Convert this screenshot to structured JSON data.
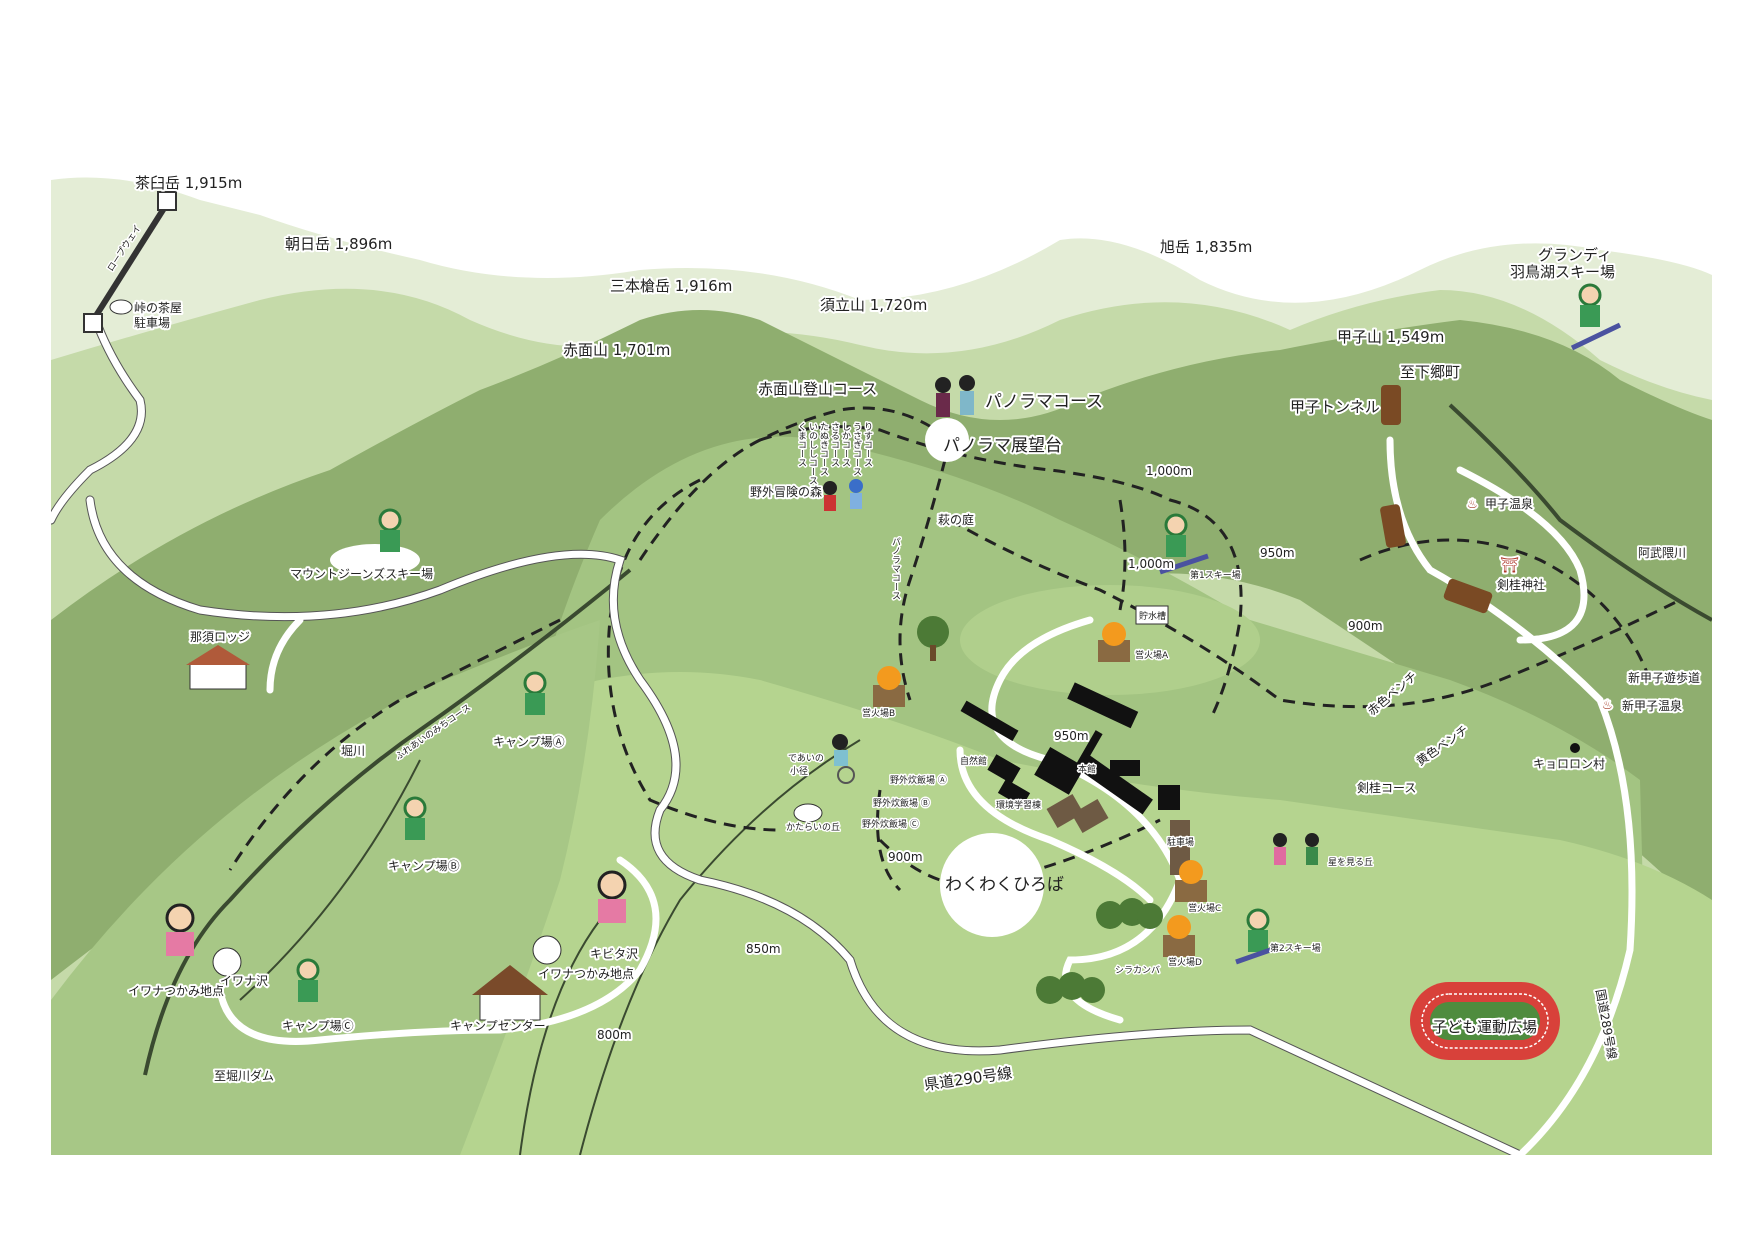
{
  "peaks": {
    "chausu": "茶臼岳 1,915m",
    "asahi_w": "朝日岳 1,896m",
    "sanbonyari": "三本槍岳 1,916m",
    "sudachi": "須立山 1,720m",
    "asahi": "旭岳 1,835m",
    "akazura": "赤面山 1,701m",
    "kashi": "甲子山 1,549m"
  },
  "labels": {
    "ropeway": "ロープウェイ",
    "touge_parking_1": "峠の茶屋",
    "touge_parking_2": "駐車場",
    "grandee_1": "グランディ",
    "grandee_2": "羽鳥湖スキー場",
    "to_shimogo": "至下郷町",
    "kashi_tunnel": "甲子トンネル",
    "akazura_course": "赤面山登山コース",
    "panorama_course": "パノラマコース",
    "panorama_deck": "パノラマ展望台",
    "courses": [
      "りすコース",
      "うさぎコース",
      "しかコース",
      "さるコース",
      "たぬきコース",
      "いのししコース",
      "くまコース"
    ],
    "adventure_forest": "野外冒険の森",
    "hagi_garden": "萩の庭",
    "panorama_course_v": "パノラマコース",
    "alt_1000a": "1,000m",
    "alt_1000b": "1,000m",
    "ski1": "第1スキー場",
    "alt_950a": "950m",
    "kashi_onsen": "甲子温泉",
    "abukuma": "阿武隈川",
    "kenkei_shrine": "剣桂神社",
    "alt_900a": "900m",
    "water_tank": "貯水槽",
    "campfire_a": "営火場A",
    "mount_jeans": "マウントジーンズスキー場",
    "nasu_lodge": "那須ロッジ",
    "campfire_b": "営火場B",
    "shinkashi_trail": "新甲子遊歩道",
    "shinkashi_onsen": "新甲子温泉",
    "red_bench": "赤色ベンチ",
    "yellow_bench": "黄色ベンチ",
    "kyororon": "キョロロン村",
    "kenkei_course": "剣桂コース",
    "camp_a": "キャンプ場Ⓐ",
    "horikawa": "堀川",
    "fureai_course": "ふれあいのみちコース",
    "alt_950b": "950m",
    "deai_1": "であいの",
    "deai_2": "小径",
    "nature_hall": "自然館",
    "main_hall": "本館",
    "cook_a": "野外炊飯場 Ⓐ",
    "cook_b": "野外炊飯場 Ⓑ",
    "cook_c": "野外炊飯場 Ⓒ",
    "env_building": "環境学習棟",
    "katarai": "かたらいの丘",
    "parking": "駐車場",
    "camp_b": "キャンプ場Ⓑ",
    "alt_900b": "900m",
    "wakuwaku": "わくわくひろば",
    "star_hill": "星を見る丘",
    "campfire_c": "営火場C",
    "alt_850": "850m",
    "ski2": "第2スキー場",
    "kibita": "キビタ沢",
    "iwana_sawa": "イワナ沢",
    "iwana_catch_1": "イワナつかみ地点",
    "iwana_catch_2": "イワナつかみ地点",
    "shirakanba": "シラカンバ",
    "campfire_d": "営火場D",
    "camp_c": "キャンプ場Ⓒ",
    "camp_center": "キャンプセンター",
    "alt_800": "800m",
    "kids_field": "子ども運動広場",
    "route289": "国道289号線",
    "pref290": "県道290号線",
    "to_horikawa_dam": "至堀川ダム"
  },
  "colors": {
    "sky_hill": "#e4edd6",
    "far_hill": "#c5daa9",
    "dark_hill": "#8fae6f",
    "mid_green": "#a3c482",
    "front_green": "#b5d48f",
    "track_red": "#d8413a"
  }
}
